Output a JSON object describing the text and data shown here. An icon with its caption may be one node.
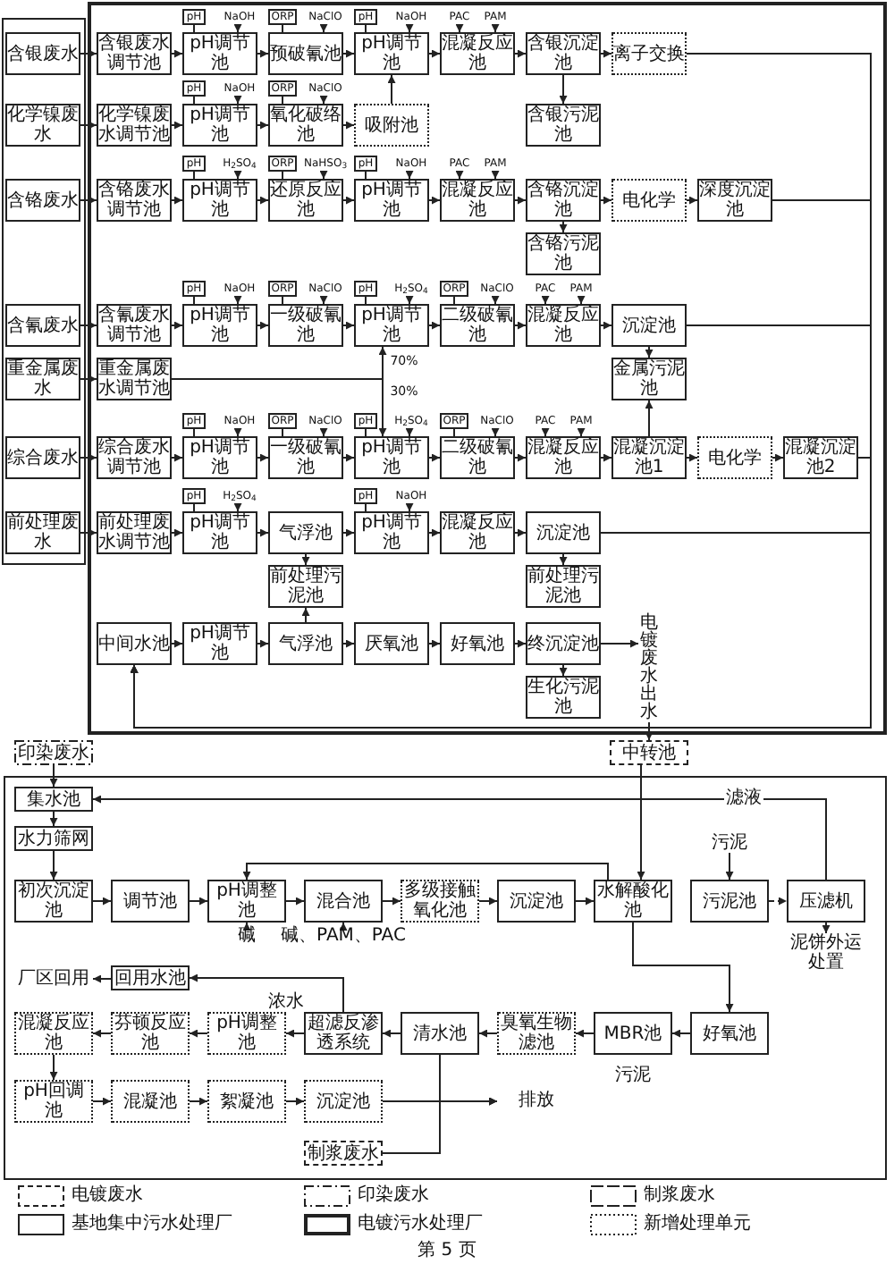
{
  "diagram": {
    "nodes": [
      {
        "text": [],
        "shape": "box"
      },
      {
        "text": [
          "含银废水"
        ],
        "in": 0
      },
      {
        "text": [
          "化学镍废水"
        ],
        "in": 0
      },
      {
        "text": [
          "含铬废水"
        ],
        "in": 0
      },
      {
        "text": [
          "含氰废水"
        ],
        "in": 0
      },
      {
        "text": [
          "重金属废水"
        ],
        "in": 0
      },
      {
        "text": [
          "综合废水"
        ],
        "in": 0
      },
      {
        "text": [
          "前处理废水"
        ],
        "in": 0
      },
      {
        "text": [],
        "shape": "box"
      },
      {
        "text": [
          "含银废水调节池"
        ],
        "in": 8
      },
      {
        "text": [
          "pH"
        ],
        "in": 8
      },
      {
        "text": [
          "NaOH"
        ],
        "in": 8
      },
      {
        "text": [
          "pH调节池"
        ],
        "in": 8
      },
      {
        "text": [
          "ORP"
        ],
        "in": 8
      },
      {
        "text": [
          "NaClO"
        ],
        "in": 8
      },
      {
        "text": [
          "预破氰池"
        ],
        "in": 8
      },
      {
        "text": [
          "pH"
        ],
        "in": 8
      },
      {
        "text": [
          "NaOH"
        ],
        "in": 8
      },
      {
        "text": [
          "pH调节池"
        ],
        "in": 8
      },
      {
        "text": [
          "PAC"
        ],
        "in": 8
      },
      {
        "text": [
          "PAM"
        ],
        "in": 8
      },
      {
        "text": [
          "混凝反应池"
        ],
        "in": 8
      },
      {
        "text": [
          "含银沉淀池"
        ],
        "in": 8
      },
      {
        "text": [
          "离子交换"
        ],
        "in": 8
      },
      {
        "text": [
          "含银污泥池"
        ],
        "in": 8
      },
      {
        "text": [
          "化学镍废水调节池"
        ],
        "in": 8
      },
      {
        "text": [
          "pH"
        ],
        "in": 8
      },
      {
        "text": [
          "NaOH"
        ],
        "in": 8
      },
      {
        "text": [
          "pH调节池"
        ],
        "in": 8
      },
      {
        "text": [
          "ORP"
        ],
        "in": 8
      },
      {
        "text": [
          "NaClO"
        ],
        "in": 8
      },
      {
        "text": [
          "氧化破络池"
        ],
        "in": 8
      },
      {
        "text": [
          "吸附池"
        ],
        "in": 8
      },
      {
        "text": [
          "含铬废水调节池"
        ],
        "in": 8
      },
      {
        "text": [
          "pH"
        ],
        "in": 8
      },
      {
        "text": [
          "H$_{2}$SO$_{4}$"
        ],
        "in": 8
      },
      {
        "text": [
          "pH调节池"
        ],
        "in": 8
      },
      {
        "text": [
          "ORP"
        ],
        "in": 8
      },
      {
        "text": [
          "NaHSO$_{3}$"
        ],
        "in": 8
      },
      {
        "text": [
          "还原反应池"
        ],
        "in": 8
      },
      {
        "text": [
          "pH"
        ],
        "in": 8
      },
      {
        "text": [
          "NaOH"
        ],
        "in": 8
      },
      {
        "text": [
          "pH调节池"
        ],
        "in": 8
      },
      {
        "text": [
          "PAC"
        ],
        "in": 8
      },
      {
        "text": [
          "PAM"
        ],
        "in": 8
      },
      {
        "text": [
          "混凝反应池"
        ],
        "in": 8
      },
      {
        "text": [
          "含铬沉淀池"
        ],
        "in": 8
      },
      {
        "text": [
          "电化学"
        ],
        "in": 8
      },
      {
        "text": [
          "深度沉淀池"
        ],
        "in": 8
      },
      {
        "text": [
          "含铬污泥池"
        ],
        "in": 8
      },
      {
        "text": [
          "含氰废水调节池"
        ],
        "in": 8
      },
      {
        "text": [
          "pH"
        ],
        "in": 8
      },
      {
        "text": [
          "NaOH"
        ],
        "in": 8
      },
      {
        "text": [
          "pH调节池"
        ],
        "in": 8
      },
      {
        "text": [
          "ORP"
        ],
        "in": 8
      },
      {
        "text": [
          "NaClO"
        ],
        "in": 8
      },
      {
        "text": [
          "一级破氰池"
        ],
        "in": 8
      },
      {
        "text": [
          "pH"
        ],
        "in": 8
      },
      {
        "text": [
          "H$_{2}$SO$_{4}$"
        ],
        "in": 8
      },
      {
        "text": [
          "pH调节池"
        ],
        "in": 8
      },
      {
        "text": [
          "ORP"
        ],
        "in": 8
      },
      {
        "text": [
          "NaClO"
        ],
        "in": 8
      },
      {
        "text": [
          "二级破氰池"
        ],
        "in": 8
      },
      {
        "text": [
          "PAC"
        ],
        "in": 8
      },
      {
        "text": [
          "PAM"
        ],
        "in": 8
      },
      {
        "text": [
          "混凝反应池"
        ],
        "in": 8
      },
      {
        "text": [
          "沉淀池"
        ],
        "in": 8
      },
      {
        "text": [
          "金属污泥池"
        ],
        "in": 8
      },
      {
        "text": [
          "重金属废水调节池"
        ],
        "in": 8
      },
      {
        "text": [
          "综合废水调节池"
        ],
        "in": 8
      },
      {
        "text": [
          "pH"
        ],
        "in": 8
      },
      {
        "text": [
          "NaOH"
        ],
        "in": 8
      },
      {
        "text": [
          "pH调节池"
        ],
        "in": 8
      },
      {
        "text": [
          "ORP"
        ],
        "in": 8
      },
      {
        "text": [
          "NaClO"
        ],
        "in": 8
      },
      {
        "text": [
          "一级破氰池"
        ],
        "in": 8
      },
      {
        "text": [
          "pH"
        ],
        "in": 8
      },
      {
        "text": [
          "H$_{2}$SO$_{4}$"
        ],
        "in": 8
      },
      {
        "text": [
          "pH调节池"
        ],
        "in": 8
      },
      {
        "text": [
          "ORP"
        ],
        "in": 8
      },
      {
        "text": [
          "NaClO"
        ],
        "in": 8
      },
      {
        "text": [
          "二级破氰池"
        ],
        "in": 8
      },
      {
        "text": [
          "PAC"
        ],
        "in": 8
      },
      {
        "text": [
          "PAM"
        ],
        "in": 8
      },
      {
        "text": [
          "混凝反应池"
        ],
        "in": 8
      },
      {
        "text": [
          "混凝沉淀池1"
        ],
        "in": 8
      },
      {
        "text": [
          "电化学"
        ],
        "in": 8
      },
      {
        "text": [
          "混凝沉淀池2"
        ],
        "in": 8
      },
      {
        "text": [
          "前处理废水调节池"
        ],
        "in": 8
      },
      {
        "text": [
          "pH"
        ],
        "in": 8
      },
      {
        "text": [
          "H$_{2}$SO$_{4}$"
        ],
        "in": 8
      },
      {
        "text": [
          "pH调节池"
        ],
        "in": 8
      },
      {
        "text": [
          "气浮池"
        ],
        "in": 8
      },
      {
        "text": [
          "pH"
        ],
        "in": 8
      },
      {
        "text": [
          "NaOH"
        ],
        "in": 8
      },
      {
        "text": [
          "pH调节池"
        ],
        "in": 8
      },
      {
        "text": [
          "混凝反应池"
        ],
        "in": 8
      },
      {
        "text": [
          "沉淀池"
        ],
        "in": 8
      },
      {
        "text": [
          "前处理污泥池"
        ],
        "in": 8
      },
      {
        "text": [
          "前处理污泥池"
        ],
        "in": 8
      },
      {
        "text": [
          "中间水池"
        ],
        "in": 8
      },
      {
        "text": [
          "pH调节池"
        ],
        "in": 8
      },
      {
        "text": [
          "气浮池"
        ],
        "in": 8
      },
      {
        "text": [
          "厌氧池"
        ],
        "in": 8
      },
      {
        "text": [
          "好氧池"
        ],
        "in": 8
      },
      {
        "text": [
          "终沉淀池"
        ],
        "in": 8
      },
      {
        "text": [
          "电镀废水出水"
        ],
        "in": 8
      },
      {
        "text": [
          "生化污泥池"
        ],
        "in": 8
      },
      {
        "text": [
          "中转池"
        ]
      },
      {
        "text": [
          "印染废水"
        ]
      },
      {
        "text": [],
        "shape": "box"
      },
      {
        "text": [
          "集水池"
        ],
        "in": 110
      },
      {
        "text": [
          "水力筛网"
        ],
        "in": 110
      },
      {
        "text": [
          "初次沉淀池"
        ],
        "in": 110
      },
      {
        "text": [
          "调节池"
        ],
        "in": 110
      },
      {
        "text": [
          "pH调整池"
        ],
        "in": 110
      },
      {
        "text": [
          "混合池"
        ],
        "in": 110
      },
      {
        "text": [
          "多级接触氧化池"
        ],
        "in": 110
      },
      {
        "text": [
          "沉淀池"
        ],
        "in": 110
      },
      {
        "text": [
          "水解酸化池"
        ],
        "in": 110
      },
      {
        "text": [
          "污泥"
        ],
        "in": 110
      },
      {
        "text": [
          "污泥池"
        ],
        "in": 110
      },
      {
        "text": [
          "压滤机"
        ],
        "in": 110
      },
      {
        "text": [
          "泥饼外运处置"
        ],
        "in": 110
      },
      {
        "text": [
          "碱"
        ],
        "in": 110
      },
      {
        "text": [
          "碱、PAM、PAC"
        ],
        "in": 110
      },
      {
        "text": [
          "厂区回用"
        ],
        "in": 110
      },
      {
        "text": [
          "回用水池"
        ],
        "in": 110
      },
      {
        "text": [
          "混凝反应池"
        ],
        "in": 110
      },
      {
        "text": [
          "芬顿反应池"
        ],
        "in": 110
      },
      {
        "text": [
          "pH调整池"
        ],
        "in": 110
      },
      {
        "text": [
          "超滤反渗透系统"
        ],
        "in": 110
      },
      {
        "text": [
          "清水池"
        ],
        "in": 110
      },
      {
        "text": [
          "臭氧生物滤池"
        ],
        "in": 110
      },
      {
        "text": [
          "MBR池"
        ],
        "in": 110
      },
      {
        "text": [
          "好氧池"
        ],
        "in": 110
      },
      {
        "text": [
          "pH回调池"
        ],
        "in": 110
      },
      {
        "text": [
          "混凝池"
        ],
        "in": 110
      },
      {
        "text": [
          "絮凝池"
        ],
        "in": 110
      },
      {
        "text": [
          "沉淀池"
        ],
        "in": 110
      },
      {
        "text": [
          "排放"
        ],
        "in": 110
      },
      {
        "text": [
          "制浆废水"
        ],
        "in": 110
      }
    ],
    "edges": [
      {
        "from": 1,
        "to": 9,
        "arrow": "to"
      },
      {
        "from": 2,
        "to": 25,
        "arrow": "to"
      },
      {
        "from": 3,
        "to": 33,
        "arrow": "to"
      },
      {
        "from": 4,
        "to": 50,
        "arrow": "to"
      },
      {
        "from": 5,
        "to": 68,
        "arrow": "to"
      },
      {
        "from": 6,
        "to": 69,
        "arrow": "to"
      },
      {
        "from": 7,
        "to": 88,
        "arrow": "to"
      },
      {
        "from": 9,
        "to": 12,
        "arrow": "to"
      },
      {
        "from": 10,
        "to": 12,
        "arrow": "none"
      },
      {
        "from": 11,
        "to": 12,
        "arrow": "to"
      },
      {
        "from": 12,
        "to": 15,
        "arrow": "to"
      },
      {
        "from": 13,
        "to": 15,
        "arrow": "none"
      },
      {
        "from": 14,
        "to": 15,
        "arrow": "to"
      },
      {
        "from": 15,
        "to": 18,
        "arrow": "to"
      },
      {
        "from": 16,
        "to": 18,
        "arrow": "none"
      },
      {
        "from": 17,
        "to": 18,
        "arrow": "to"
      },
      {
        "from": 18,
        "to": 21,
        "arrow": "to"
      },
      {
        "from": 19,
        "to": 21,
        "arrow": "to"
      },
      {
        "from": 20,
        "to": 21,
        "arrow": "to"
      },
      {
        "from": 21,
        "to": 22,
        "arrow": "to"
      },
      {
        "from": 22,
        "to": 23,
        "arrow": "to"
      },
      {
        "from": 22,
        "to": 24,
        "arrow": "to"
      },
      {
        "from": 23,
        "to": 100,
        "arrow": "to"
      },
      {
        "from": 25,
        "to": 28,
        "arrow": "to"
      },
      {
        "from": 26,
        "to": 28,
        "arrow": "none"
      },
      {
        "from": 27,
        "to": 28,
        "arrow": "to"
      },
      {
        "from": 28,
        "to": 31,
        "arrow": "to"
      },
      {
        "from": 29,
        "to": 31,
        "arrow": "none"
      },
      {
        "from": 30,
        "to": 31,
        "arrow": "to"
      },
      {
        "from": 31,
        "to": 32,
        "arrow": "to"
      },
      {
        "from": 32,
        "to": 18,
        "arrow": "to"
      },
      {
        "from": 33,
        "to": 36,
        "arrow": "to"
      },
      {
        "from": 34,
        "to": 36,
        "arrow": "none"
      },
      {
        "from": 35,
        "to": 36,
        "arrow": "to"
      },
      {
        "from": 36,
        "to": 39,
        "arrow": "to"
      },
      {
        "from": 37,
        "to": 39,
        "arrow": "none"
      },
      {
        "from": 38,
        "to": 39,
        "arrow": "to"
      },
      {
        "from": 39,
        "to": 42,
        "arrow": "to"
      },
      {
        "from": 40,
        "to": 42,
        "arrow": "none"
      },
      {
        "from": 41,
        "to": 42,
        "arrow": "to"
      },
      {
        "from": 42,
        "to": 45,
        "arrow": "to"
      },
      {
        "from": 43,
        "to": 45,
        "arrow": "to"
      },
      {
        "from": 44,
        "to": 45,
        "arrow": "to"
      },
      {
        "from": 45,
        "to": 46,
        "arrow": "to"
      },
      {
        "from": 46,
        "to": 47,
        "arrow": "to"
      },
      {
        "from": 47,
        "to": 48,
        "arrow": "to"
      },
      {
        "from": 46,
        "to": 49,
        "arrow": "to"
      },
      {
        "from": 48,
        "to": 100,
        "arrow": "to"
      },
      {
        "from": 50,
        "to": 53,
        "arrow": "to"
      },
      {
        "from": 51,
        "to": 53,
        "arrow": "none"
      },
      {
        "from": 52,
        "to": 53,
        "arrow": "to"
      },
      {
        "from": 53,
        "to": 56,
        "arrow": "to"
      },
      {
        "from": 54,
        "to": 56,
        "arrow": "none"
      },
      {
        "from": 55,
        "to": 56,
        "arrow": "to"
      },
      {
        "from": 56,
        "to": 59,
        "arrow": "to"
      },
      {
        "from": 57,
        "to": 59,
        "arrow": "none"
      },
      {
        "from": 58,
        "to": 59,
        "arrow": "to"
      },
      {
        "from": 59,
        "to": 62,
        "arrow": "to"
      },
      {
        "from": 60,
        "to": 62,
        "arrow": "none"
      },
      {
        "from": 61,
        "to": 62,
        "arrow": "to"
      },
      {
        "from": 62,
        "to": 65,
        "arrow": "to"
      },
      {
        "from": 63,
        "to": 65,
        "arrow": "to"
      },
      {
        "from": 64,
        "to": 65,
        "arrow": "to"
      },
      {
        "from": 65,
        "to": 66,
        "arrow": "to"
      },
      {
        "from": 66,
        "to": 67,
        "arrow": "to"
      },
      {
        "from": 66,
        "to": 100,
        "arrow": "to"
      },
      {
        "from": 68,
        "to": 59,
        "arrow": "to",
        "label": "70%"
      },
      {
        "from": 68,
        "to": 78,
        "arrow": "to",
        "label": "30%"
      },
      {
        "from": 69,
        "to": 72,
        "arrow": "to"
      },
      {
        "from": 70,
        "to": 72,
        "arrow": "none"
      },
      {
        "from": 71,
        "to": 72,
        "arrow": "to"
      },
      {
        "from": 72,
        "to": 75,
        "arrow": "to"
      },
      {
        "from": 73,
        "to": 75,
        "arrow": "none"
      },
      {
        "from": 74,
        "to": 75,
        "arrow": "to"
      },
      {
        "from": 75,
        "to": 78,
        "arrow": "to"
      },
      {
        "from": 76,
        "to": 78,
        "arrow": "none"
      },
      {
        "from": 77,
        "to": 78,
        "arrow": "to"
      },
      {
        "from": 78,
        "to": 81,
        "arrow": "to"
      },
      {
        "from": 79,
        "to": 81,
        "arrow": "none"
      },
      {
        "from": 80,
        "to": 81,
        "arrow": "to"
      },
      {
        "from": 81,
        "to": 84,
        "arrow": "to"
      },
      {
        "from": 82,
        "to": 84,
        "arrow": "to"
      },
      {
        "from": 83,
        "to": 84,
        "arrow": "to"
      },
      {
        "from": 84,
        "to": 85,
        "arrow": "to"
      },
      {
        "from": 85,
        "to": 67,
        "arrow": "to"
      },
      {
        "from": 85,
        "to": 86,
        "arrow": "to"
      },
      {
        "from": 86,
        "to": 87,
        "arrow": "to"
      },
      {
        "from": 87,
        "to": 100,
        "arrow": "to"
      },
      {
        "from": 88,
        "to": 91,
        "arrow": "to"
      },
      {
        "from": 89,
        "to": 91,
        "arrow": "none"
      },
      {
        "from": 90,
        "to": 91,
        "arrow": "to"
      },
      {
        "from": 91,
        "to": 92,
        "arrow": "to"
      },
      {
        "from": 92,
        "to": 95,
        "arrow": "to"
      },
      {
        "from": 93,
        "to": 95,
        "arrow": "none"
      },
      {
        "from": 94,
        "to": 95,
        "arrow": "to"
      },
      {
        "from": 95,
        "to": 96,
        "arrow": "to"
      },
      {
        "from": 96,
        "to": 97,
        "arrow": "to"
      },
      {
        "from": 92,
        "to": 98,
        "arrow": "to"
      },
      {
        "from": 97,
        "to": 99,
        "arrow": "to"
      },
      {
        "from": 97,
        "to": 100,
        "arrow": "to"
      },
      {
        "from": 100,
        "to": 101,
        "arrow": "to"
      },
      {
        "from": 101,
        "to": 102,
        "arrow": "to"
      },
      {
        "from": 102,
        "to": 103,
        "arrow": "to"
      },
      {
        "from": 103,
        "to": 104,
        "arrow": "to"
      },
      {
        "from": 104,
        "to": 105,
        "arrow": "to"
      },
      {
        "from": 102,
        "to": 98,
        "arrow": "to"
      },
      {
        "from": 105,
        "to": 106,
        "arrow": "to"
      },
      {
        "from": 105,
        "to": 107,
        "arrow": "to"
      },
      {
        "from": 106,
        "to": 108,
        "arrow": "to"
      },
      {
        "from": 108,
        "to": 119,
        "arrow": "to"
      },
      {
        "from": 109,
        "to": 111,
        "arrow": "to"
      },
      {
        "from": 111,
        "to": 112,
        "arrow": "to"
      },
      {
        "from": 112,
        "to": 113,
        "arrow": "to"
      },
      {
        "from": 113,
        "to": 114,
        "arrow": "to"
      },
      {
        "from": 114,
        "to": 115,
        "arrow": "to"
      },
      {
        "from": 124,
        "to": 115,
        "arrow": "to"
      },
      {
        "from": 115,
        "to": 116,
        "arrow": "to"
      },
      {
        "from": 125,
        "to": 116,
        "arrow": "to"
      },
      {
        "from": 116,
        "to": 117,
        "arrow": "to"
      },
      {
        "from": 117,
        "to": 118,
        "arrow": "to"
      },
      {
        "from": 118,
        "to": 119,
        "arrow": "to"
      },
      {
        "from": 119,
        "to": 115,
        "arrow": "to"
      },
      {
        "from": 120,
        "to": 121,
        "arrow": "to"
      },
      {
        "from": 121,
        "to": 122,
        "arrow": "to",
        "style": "dashed"
      },
      {
        "from": 122,
        "to": 123,
        "arrow": "to",
        "style": "dashed"
      },
      {
        "from": 122,
        "to": 111,
        "arrow": "to",
        "label": "滤液"
      },
      {
        "from": 119,
        "to": 135,
        "arrow": "to"
      },
      {
        "from": 135,
        "to": 134,
        "arrow": "to"
      },
      {
        "from": 134,
        "to": 133,
        "arrow": "to"
      },
      {
        "from": 133,
        "to": 132,
        "arrow": "to"
      },
      {
        "from": 132,
        "to": 131,
        "arrow": "to"
      },
      {
        "from": 131,
        "to": 127,
        "arrow": "to"
      },
      {
        "from": 127,
        "to": 126,
        "arrow": "to"
      },
      {
        "from": 131,
        "to": 130,
        "arrow": "to",
        "label": "浓水"
      },
      {
        "from": 130,
        "to": 129,
        "arrow": "to"
      },
      {
        "from": 129,
        "to": 128,
        "arrow": "to"
      },
      {
        "from": 128,
        "to": 136,
        "arrow": "to"
      },
      {
        "from": 136,
        "to": 137,
        "arrow": "to"
      },
      {
        "from": 137,
        "to": 138,
        "arrow": "to"
      },
      {
        "from": 138,
        "to": 139,
        "arrow": "to"
      },
      {
        "from": 139,
        "to": 140,
        "arrow": "to"
      },
      {
        "from": 132,
        "to": 140,
        "arrow": "to"
      },
      {
        "from": 141,
        "to": 140,
        "arrow": "to"
      }
    ],
    "labels": [
      "污泥",
      "第 5 页"
    ],
    "legend": [
      {
        "text": "电镀废水"
      },
      {
        "text": "印染废水"
      },
      {
        "text": "制浆废水"
      },
      {
        "text": "基地集中污水处理厂"
      },
      {
        "text": "电镀污水处理厂"
      },
      {
        "text": "新增处理单元"
      }
    ]
  }
}
